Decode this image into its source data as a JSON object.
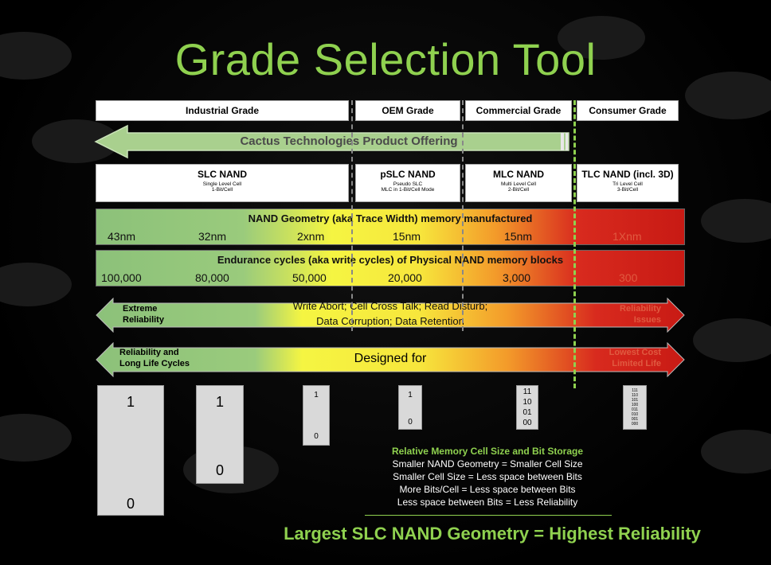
{
  "title": "Grade Selection Tool",
  "grades": [
    "Industrial Grade",
    "OEM  Grade",
    "Commercial Grade",
    "Consumer Grade"
  ],
  "offering": "Cactus Technologies Product Offering",
  "nand_types": [
    {
      "name": "SLC NAND",
      "l1": "Single Level Cell",
      "l2": "1-Bit/Cell"
    },
    {
      "name": "pSLC NAND",
      "l1": "Pseudo SLC",
      "l2": "MLC in 1-Bit/Cell Mode"
    },
    {
      "name": "MLC NAND",
      "l1": "Multi Level Cell",
      "l2": "2-Bit/Cell"
    },
    {
      "name": "TLC NAND (incl. 3D)",
      "l1": "Tri Level Cell",
      "l2": "3-Bit/Cell"
    }
  ],
  "geometry": {
    "title": "NAND Geometry (aka Trace Width) memory manufactured",
    "values": [
      "43nm",
      "32nm",
      "2xnm",
      "15nm",
      "15nm",
      "1Xnm"
    ]
  },
  "endurance": {
    "title": "Endurance cycles (aka write cycles) of Physical NAND memory blocks",
    "values": [
      "100,000",
      "80,000",
      "50,000",
      "20,000",
      "3,000",
      "300"
    ]
  },
  "reliability_arrow": {
    "left": "Extreme Reliability",
    "center1": "Write Abort; Cell Cross Talk; Read Disturb;",
    "center2": "Data Corruption; Data Retention",
    "right": "Reliability Issues"
  },
  "design_arrow": {
    "left1": "Reliability and",
    "left2": "Long Life Cycles",
    "center": "Designed for",
    "right1": "Lowest Cost",
    "right2": "Limited Life"
  },
  "cells": {
    "c1": [
      "1",
      "0"
    ],
    "c2": [
      "1",
      "0"
    ],
    "c3": [
      "1",
      "0"
    ],
    "c4": [
      "1",
      "0"
    ],
    "c5": [
      "11",
      "10",
      "01",
      "00"
    ],
    "c6": [
      "111",
      "110",
      "101",
      "100",
      "011",
      "010",
      "001",
      "000"
    ]
  },
  "notes": {
    "heading": "Relative Memory Cell Size and Bit Storage",
    "lines": [
      "Smaller NAND Geometry = Smaller Cell Size",
      "Smaller Cell Size = Less space between Bits",
      "More Bits/Cell = Less space between Bits",
      "Less space between Bits = Less Reliability"
    ]
  },
  "conclusion": "Largest SLC NAND Geometry = Highest Reliability",
  "colors": {
    "accent_green": "#8fd14f",
    "arrow_green": "#a9d08e",
    "red": "#c81a14",
    "yellow": "#f5f542"
  }
}
